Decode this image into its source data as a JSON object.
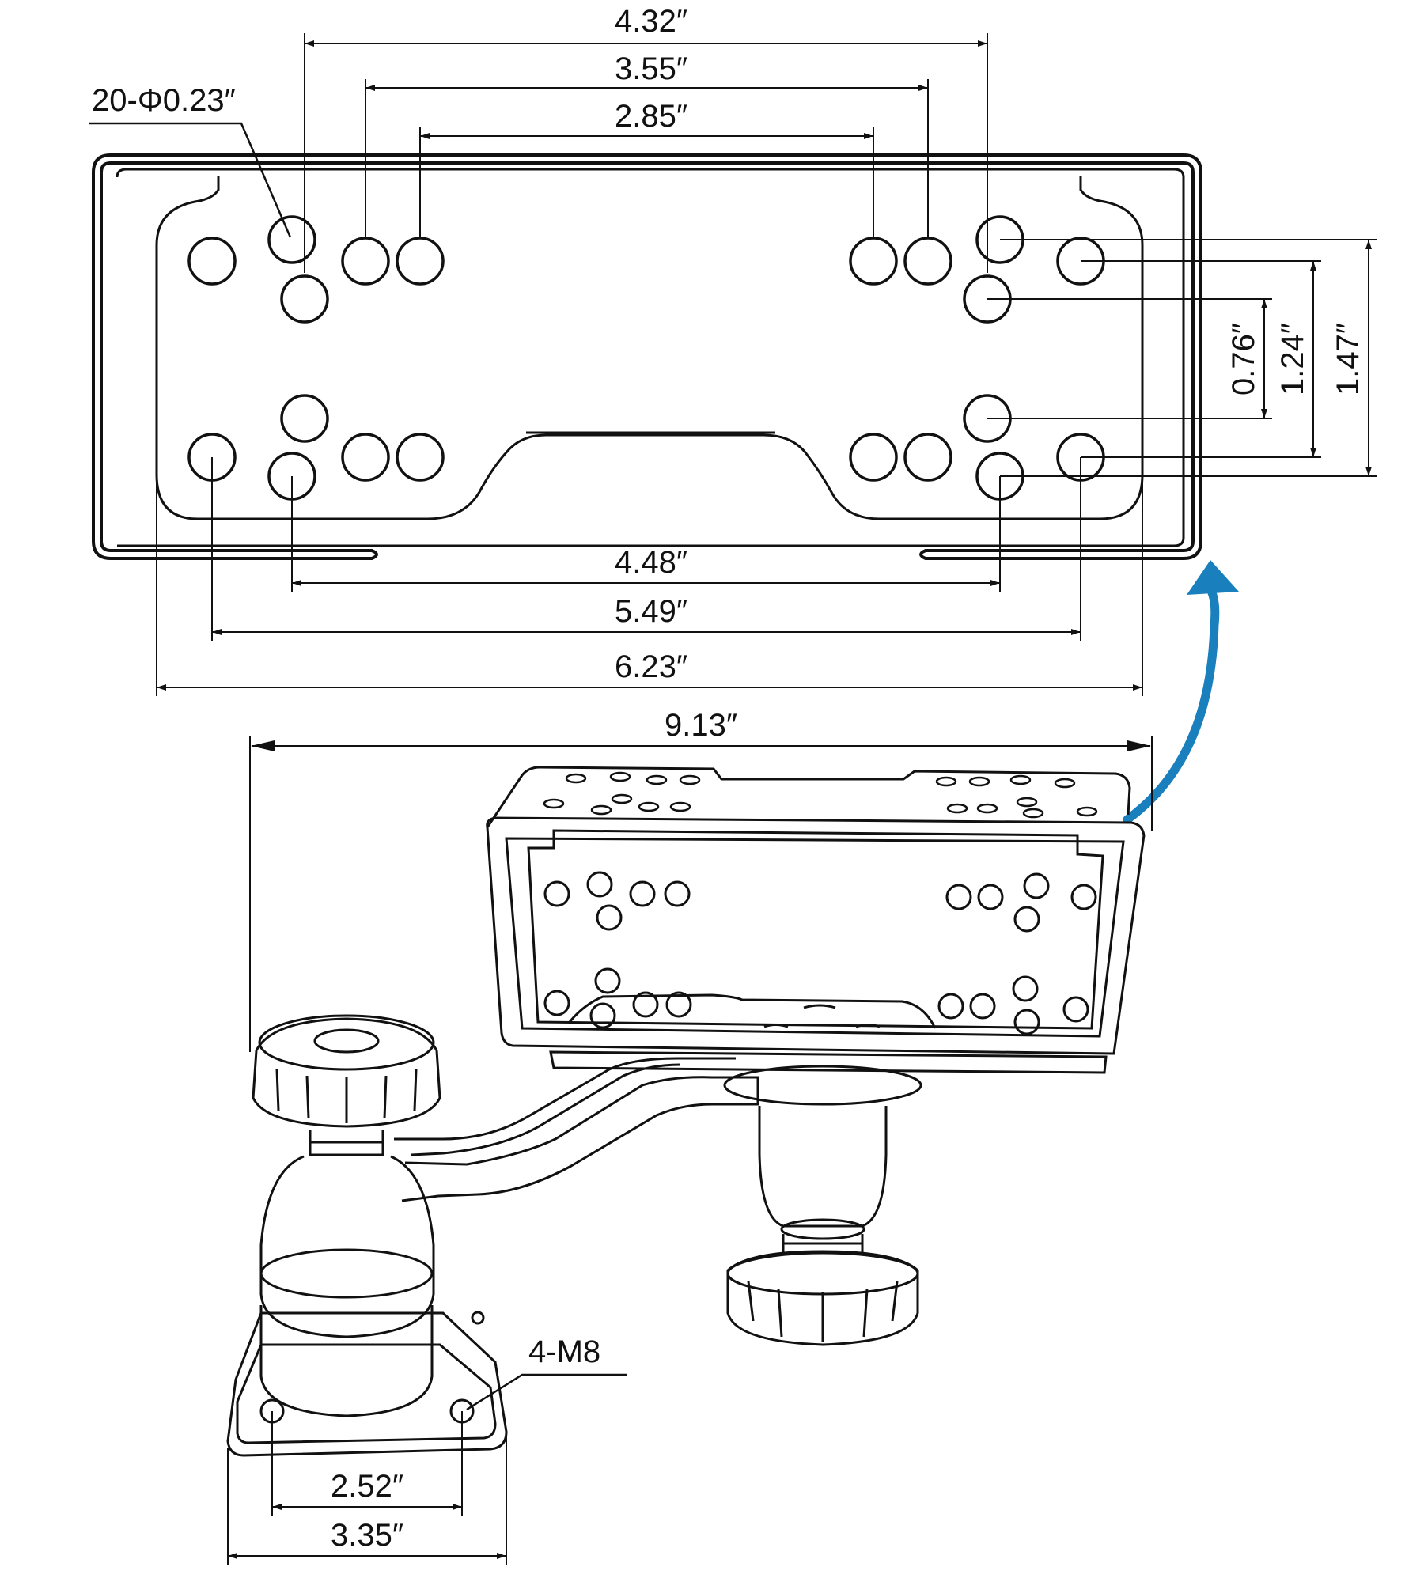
{
  "top_view": {
    "hole_callout": "20-Φ0.23″",
    "dimensions": {
      "d_432": "4.32″",
      "d_355": "3.55″",
      "d_285": "2.85″",
      "d_448": "4.48″",
      "d_549": "5.49″",
      "d_623": "6.23″",
      "d_076": "0.76″",
      "d_124": "1.24″",
      "d_147": "1.47″"
    }
  },
  "mount_view": {
    "overall_width": "9.13″",
    "base_hole_callout": "4-M8",
    "base_hole_spacing": "2.52″",
    "base_width": "3.35″"
  },
  "colors": {
    "line": "#111111",
    "arrow": "#1a7fbd"
  }
}
